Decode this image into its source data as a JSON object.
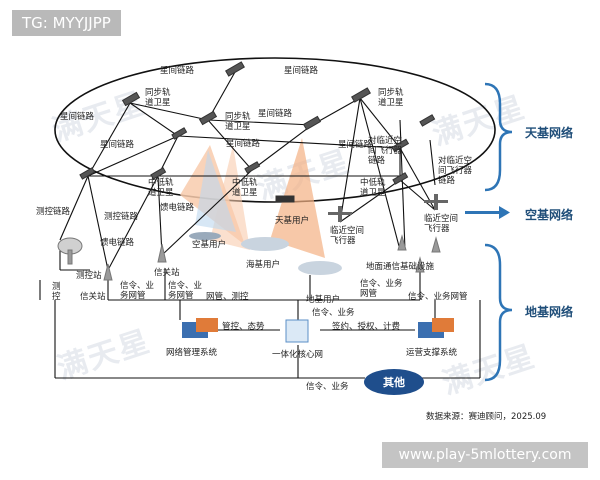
{
  "watermark_tag": "TG: MYYJJPP",
  "footer_url": "www.play-5mlottery.com",
  "watermark_text": "满天星",
  "layers": {
    "space": "天基网络",
    "air": "空基网络",
    "ground": "地基网络"
  },
  "labels": {
    "isl_top_left": "星间链路",
    "isl_top_right": "星间链路",
    "isl_left": "星间链路",
    "isl_mid": "星间链路",
    "isl_right": "星间链路",
    "isl_low1": "星间链路",
    "isl_low2": "星间链路",
    "geo_left": "同步轨\n道卫星",
    "geo_mid": "同步轨\n道卫星",
    "geo_right": "同步轨\n道卫星",
    "meo_left": "中低轨\n道卫星",
    "meo_mid": "中低轨\n道卫星",
    "meo_right": "中低轨\n道卫星",
    "near_space_1": "对临近空\n间飞行器\n链路",
    "near_space_2": "对临近空\n间飞行器\n链路",
    "tt_link": "测控链路",
    "tt_link2": "测控链路",
    "feeder_link": "馈电链路",
    "feeder_link2": "馈电链路",
    "space_user": "天基用户",
    "air_user": "空基用户",
    "sea_user": "海基用户",
    "near_aircraft_1": "临近空间\n飞行器",
    "near_aircraft_2": "临近空间\n飞行器",
    "ground_user": "地基用户",
    "ground_infra": "地面通信基础设施",
    "tt_station": "测控站",
    "gateway": "信关站",
    "gateway2": "信关站",
    "tt_ctrl": "测\n控",
    "sig_biz_1": "信令、业\n务网管",
    "sig_biz_2": "信令、业\n务网管",
    "sig_biz_3": "信令、业务\n网管",
    "sig_net_tt": "网管、测控",
    "sig_biz_4": "信令、业务网管",
    "mgmt_posture": "管控、态势",
    "sig_biz_5": "信令、业务",
    "sign_auth_bill": "签约、授权、计费",
    "sig_biz_6": "信令、业务",
    "nms": "网络管理系统",
    "core": "一体化核心网",
    "oss": "运营支撑系统",
    "other": "其他",
    "source": "数据来源：赛迪顾问，2025.09"
  },
  "colors": {
    "layer_brace": "#2e75b6",
    "layer_text": "#1f4e79",
    "other_cloud": "#1f4e8c",
    "beam": "#f4b183"
  }
}
